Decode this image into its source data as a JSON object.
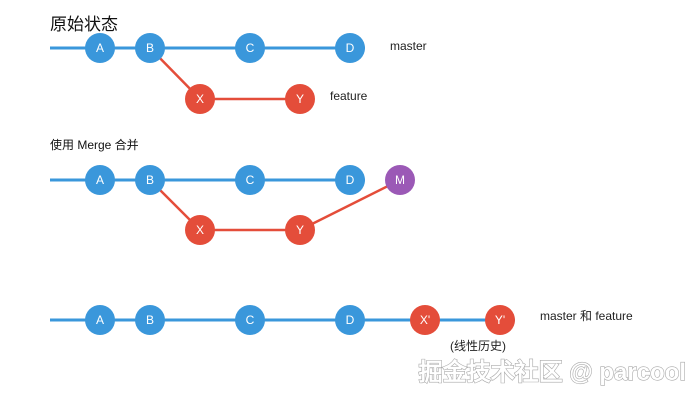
{
  "colors": {
    "master": "#3a97db",
    "feature": "#e44d3a",
    "merge": "#9b59b6",
    "line_master": "#3a97db",
    "line_feature": "#e44d3a"
  },
  "diagram1": {
    "title": "原始状态",
    "master_commits": [
      "A",
      "B",
      "C",
      "D"
    ],
    "feature_commits": [
      "X",
      "Y"
    ],
    "master_label": "master",
    "feature_label": "feature"
  },
  "diagram2": {
    "title": "使用 Merge 合并",
    "master_commits": [
      "A",
      "B",
      "C",
      "D"
    ],
    "feature_commits": [
      "X",
      "Y"
    ],
    "merge_commit": "M"
  },
  "diagram3": {
    "commits": [
      "A",
      "B",
      "C",
      "D"
    ],
    "rebased_commits": [
      "X'",
      "Y'"
    ],
    "branch_label": "master 和 feature",
    "note": "(线性历史)"
  },
  "watermark": "掘金技术社区 @ parcool"
}
